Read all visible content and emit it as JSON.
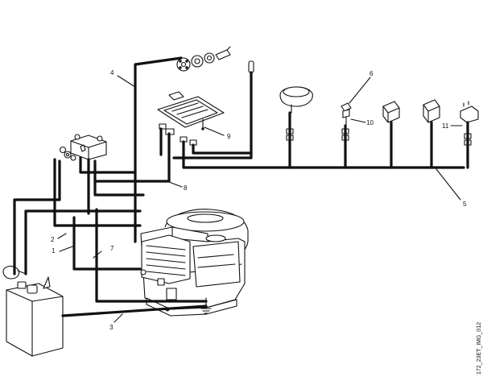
{
  "callouts": [
    {
      "id": "c1",
      "label": "1"
    },
    {
      "id": "c2",
      "label": "2"
    },
    {
      "id": "c3",
      "label": "3"
    },
    {
      "id": "c4",
      "label": "4"
    },
    {
      "id": "c5",
      "label": "5"
    },
    {
      "id": "c6",
      "label": "6"
    },
    {
      "id": "c7",
      "label": "7"
    },
    {
      "id": "c8",
      "label": "8"
    },
    {
      "id": "c9",
      "label": "9"
    },
    {
      "id": "c10",
      "label": "10"
    },
    {
      "id": "c11",
      "label": "11"
    }
  ],
  "reference_code": "172_23ET_IMG_012"
}
